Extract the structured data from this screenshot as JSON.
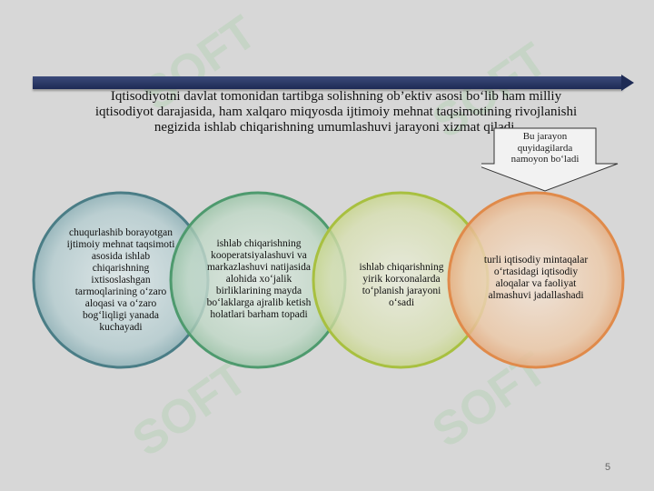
{
  "intro_text": "Iqtisodiyotni davlat tomonidan tartibga solishning ob’ektiv asosi bo‘lib ham milliy iqtisodiyot darajasida, ham xalqaro miqyosda ijtimoiy mehnat taqsimotining rivojlanishi negizida ishlab chiqarishning umumlashuvi jarayoni xizmat qiladi.",
  "callout": "Bu jarayon quyidagilarda namoyon bo‘ladi",
  "circles": [
    {
      "text": "chuqurlashib borayotgan ijtimoiy mehnat taqsimoti asosida ishlab chiqarishning ixtisoslashgan tarmoqlarining o‘zaro aloqasi va o‘zaro bog‘liqligi yanada kuchayadi",
      "color": "#4a7d86"
    },
    {
      "text": "ishlab chiqarishning kooperatsiyalashuvi va markazlashuvi natijasida alohida xo‘jalik birliklarining mayda bo‘laklarga ajralib ketish holatlari barham topadi",
      "color": "#4e9a6e"
    },
    {
      "text": "ishlab chiqarishning yirik korxonalarda to‘planish jarayoni o‘sadi",
      "color": "#a8c040"
    },
    {
      "text": "turli iqtisodiy mintaqalar o‘rtasidagi iqtisodiy aloqalar va faoliyat almashuvi jadallashadi",
      "color": "#e08a4a"
    }
  ],
  "watermark": "SOFT",
  "page_number": "5"
}
